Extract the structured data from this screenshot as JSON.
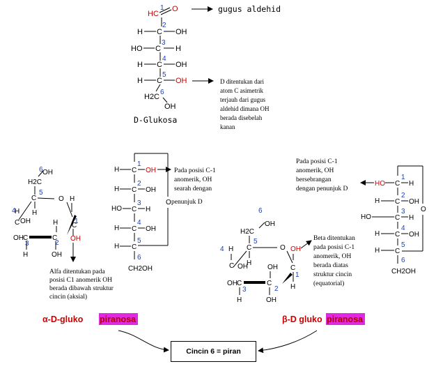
{
  "glucose_open": {
    "c1_label": "HC",
    "c1_o": "O",
    "aldehyde_callout": "gugus aldehid",
    "h": "H",
    "c": "C",
    "oh": "OH",
    "ho": "HO",
    "h2c": "H2C",
    "numbers": [
      "1",
      "2",
      "3",
      "4",
      "5",
      "6"
    ],
    "d_callout": [
      "D ditentukan dari",
      "atom C asimetrik",
      "terjauh dari gugus",
      "aldehid dimana OH",
      "berada disebelah",
      "kanan"
    ],
    "title": "D-Glukosa"
  },
  "alpha_ring": {
    "labels": [
      "H",
      "C",
      "OH",
      "O",
      "H",
      "OH",
      "OH",
      "H",
      "OH",
      "H2C",
      "H",
      "OH"
    ],
    "note": [
      "Alfa ditentukan pada",
      "posisi C1 anomerik OH",
      "berada dibawah struktur",
      "cincin (aksial)"
    ]
  },
  "alpha_chain": {
    "note": [
      "Pada posisi C-1",
      "anomerik, OH",
      "searah dengan",
      "penunjuk D"
    ],
    "o": "O",
    "ch2oh": "CH2OH"
  },
  "beta_chain": {
    "note": [
      "Pada posisi C-1",
      "anomerik, OH",
      "bersebrangan",
      "dengan penunjuk D"
    ],
    "o": "O",
    "ch2oh": "CH2OH"
  },
  "beta_ring": {
    "note": [
      "Beta ditentukan",
      "pada posisi C-1",
      "anomerik, OH",
      "berada diatas",
      "struktur cincin",
      "(equatorial)"
    ]
  },
  "alpha_name": {
    "prefix": "α-D-gluko",
    "highlight": "piranosa"
  },
  "beta_name": {
    "prefix": "β-D gluko",
    "highlight": "piranosa"
  },
  "result_box": "Cincin 6 = piran",
  "colors": {
    "red": "#cc0000",
    "blue": "#1a3fb8",
    "highlight": "#e229e2"
  }
}
